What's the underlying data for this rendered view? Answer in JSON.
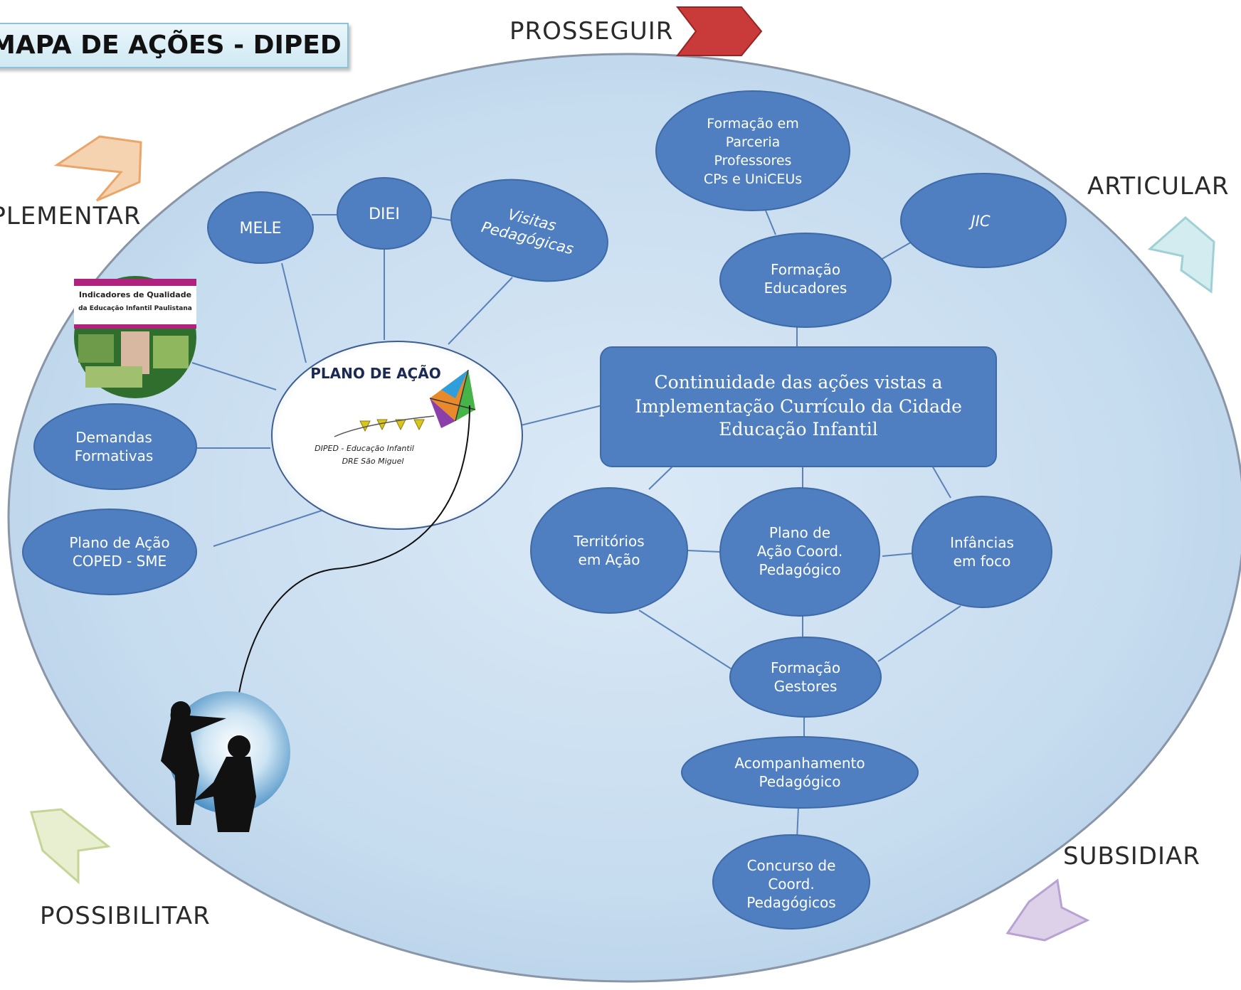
{
  "title": "MAPA DE AÇÕES - DIPED",
  "verbs": {
    "prosseguir": "PROSSEGUIR",
    "articular": "ARTICULAR",
    "implementar": "IMPLEMENTAR",
    "subsidiar": "SUBSIDIAR",
    "possibilitar": "POSSIBILITAR"
  },
  "center": {
    "lines": [
      "Continuidade das ações vistas a",
      "Implementação  Currículo da Cidade",
      "Educação Infantil"
    ]
  },
  "plano": {
    "title": "PLANO DE AÇÃO",
    "caption_lines": [
      "DIPED - Educação Infantil",
      "DRE São Miguel"
    ]
  },
  "indicadores": {
    "lines": [
      "Indicadores de Qualidade",
      "da Educação Infantil Paulistana"
    ]
  },
  "nodes": {
    "mele": [
      "MELE"
    ],
    "diei": [
      "DIEI"
    ],
    "visitas": [
      "Visitas",
      "Pedagógicas"
    ],
    "demandas": [
      "Demandas",
      "Formativas"
    ],
    "coped": [
      "Plano de Ação",
      "COPED - SME"
    ],
    "formacao_parceria": [
      "Formação em",
      "Parceria",
      "Professores",
      "CPs e UniCEUs"
    ],
    "jic": [
      "JIC"
    ],
    "formacao_educadores": [
      "Formação",
      "Educadores"
    ],
    "territorios": [
      "Territórios",
      "em Ação"
    ],
    "plano_coord": [
      "Plano de",
      "Ação Coord.",
      "Pedagógico"
    ],
    "infancias": [
      "Infâncias",
      "em foco"
    ],
    "formacao_gestores": [
      "Formação",
      "Gestores"
    ],
    "acompanhamento": [
      "Acompanhamento",
      "Pedagógico"
    ],
    "concurso": [
      "Concurso de",
      "Coord.",
      "Pedagógicos"
    ]
  },
  "colors": {
    "node": "#4f7fc0",
    "node_stroke": "#3f6aa8",
    "background_oval": "#c9dff0",
    "connector": "#5a82b8",
    "arrow_red": "#c93a3a",
    "arrow_orange": "#f3c69a",
    "arrow_teal": "#bfe3e6",
    "arrow_purple": "#c9b8dc",
    "arrow_green": "#d9e6b6"
  }
}
